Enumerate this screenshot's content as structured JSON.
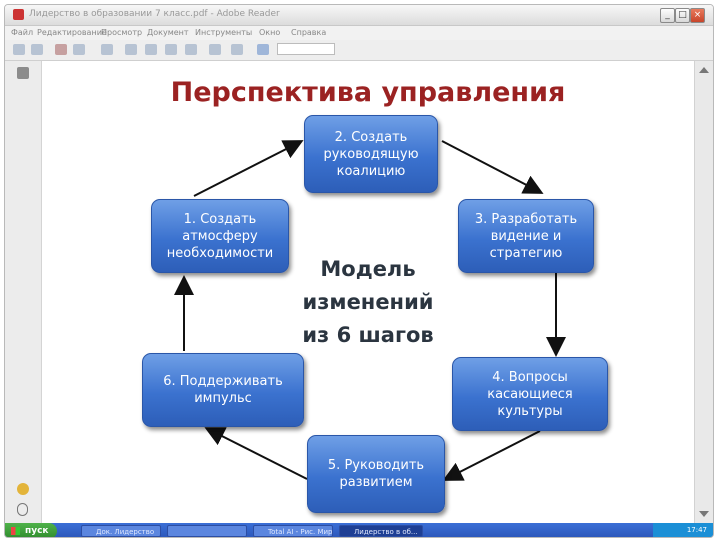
{
  "window": {
    "title": "Лидерство в образовании 7 класс.pdf - Adobe Reader"
  },
  "menu": [
    "Файл",
    "Редактирование",
    "Просмотр",
    "Документ",
    "Инструменты",
    "Окно",
    "Справка"
  ],
  "toolbar": {
    "zoom": ""
  },
  "slide": {
    "title": "Перспектива управления",
    "center": "Модель\nизменений\nиз 6 шагов",
    "steps": [
      "1. Создать атмосферу необходимости",
      "2. Создать руководящую коалицию",
      "3. Разработать видение и стратегию",
      "4. Вопросы касающиеся культуры",
      "5. Руководить развитием",
      "6. Поддерживать импульс"
    ]
  },
  "taskbar": {
    "start": "пуск",
    "tasks": [
      "Док. Лидерство",
      "",
      "Total AI - Рис. Мир",
      "Лидерство в об..."
    ],
    "clock": "17:47"
  },
  "colors": {
    "title": "#9b2222",
    "step_fill": "#3b72cf",
    "arrow": "#111111"
  }
}
